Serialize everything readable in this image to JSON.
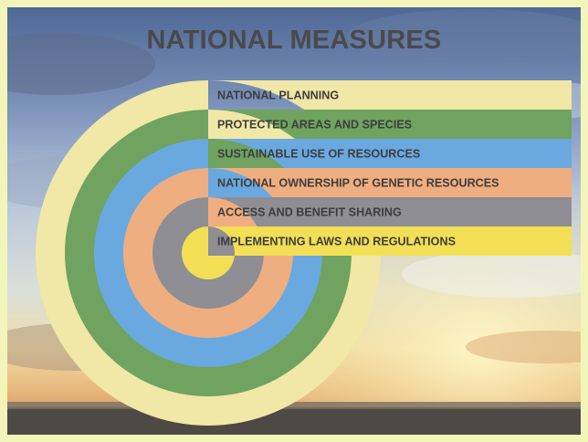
{
  "title": "NATIONAL MEASURES",
  "bands": [
    {
      "id": "national-planning",
      "label": "NATIONAL PLANNING",
      "color": "#f1e7a6"
    },
    {
      "id": "protected-areas",
      "label": "PROTECTED AREAS AND SPECIES",
      "color": "#6fa35f"
    },
    {
      "id": "sustainable-use",
      "label": "SUSTAINABLE USE OF RESOURCES",
      "color": "#6aa9e0"
    },
    {
      "id": "genetic-ownership",
      "label": "NATIONAL OWNERSHIP OF GENETIC RESOURCES",
      "color": "#efae80"
    },
    {
      "id": "access-benefit",
      "label": "ACCESS  AND BENEFIT SHARING",
      "color": "#8e8e94"
    },
    {
      "id": "implementing-laws",
      "label": "IMPLEMENTING LAWS AND REGULATIONS",
      "color": "#f2df55"
    }
  ]
}
